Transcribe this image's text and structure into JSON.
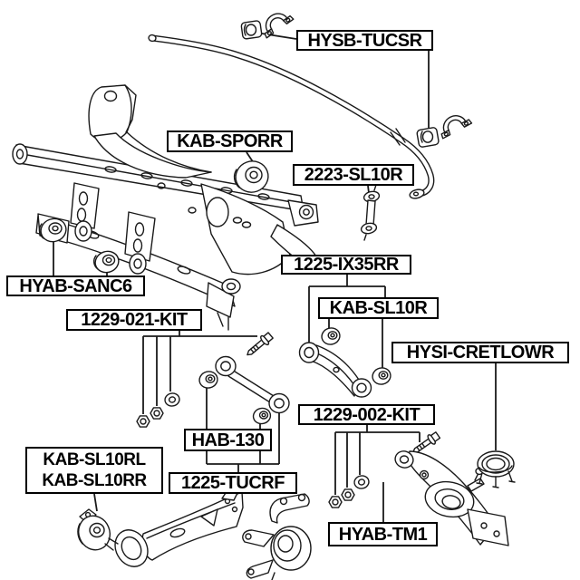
{
  "diagram": {
    "type": "exploded-parts-diagram",
    "subject": "rear-suspension-crossmember",
    "background": "#ffffff",
    "line_color": "#1a1a1a",
    "labels": [
      {
        "id": "hysb-tucsr",
        "text": "HYSB-TUCSR"
      },
      {
        "id": "kab-sporr",
        "text": "KAB-SPORR"
      },
      {
        "id": "2223-sl10r",
        "text": "2223-SL10R"
      },
      {
        "id": "hyab-sanc6",
        "text": "HYAB-SANC6"
      },
      {
        "id": "1225-ix35rr",
        "text": "1225-IX35RR"
      },
      {
        "id": "kab-sl10r",
        "text": "KAB-SL10R"
      },
      {
        "id": "hysi-cretlowr",
        "text": "HYSI-CRETLOWR"
      },
      {
        "id": "1229-021-kit",
        "text": "1229-021-KIT"
      },
      {
        "id": "1229-002-kit",
        "text": "1229-002-KIT"
      },
      {
        "id": "hab-130",
        "text": "HAB-130"
      },
      {
        "id": "1225-tucrf",
        "text": "1225-TUCRF"
      },
      {
        "id": "kab-sl10rl",
        "text": "KAB-SL10RL"
      },
      {
        "id": "kab-sl10rr",
        "text": "KAB-SL10RR"
      },
      {
        "id": "hyab-tm1",
        "text": "HYAB-TM1"
      }
    ]
  }
}
